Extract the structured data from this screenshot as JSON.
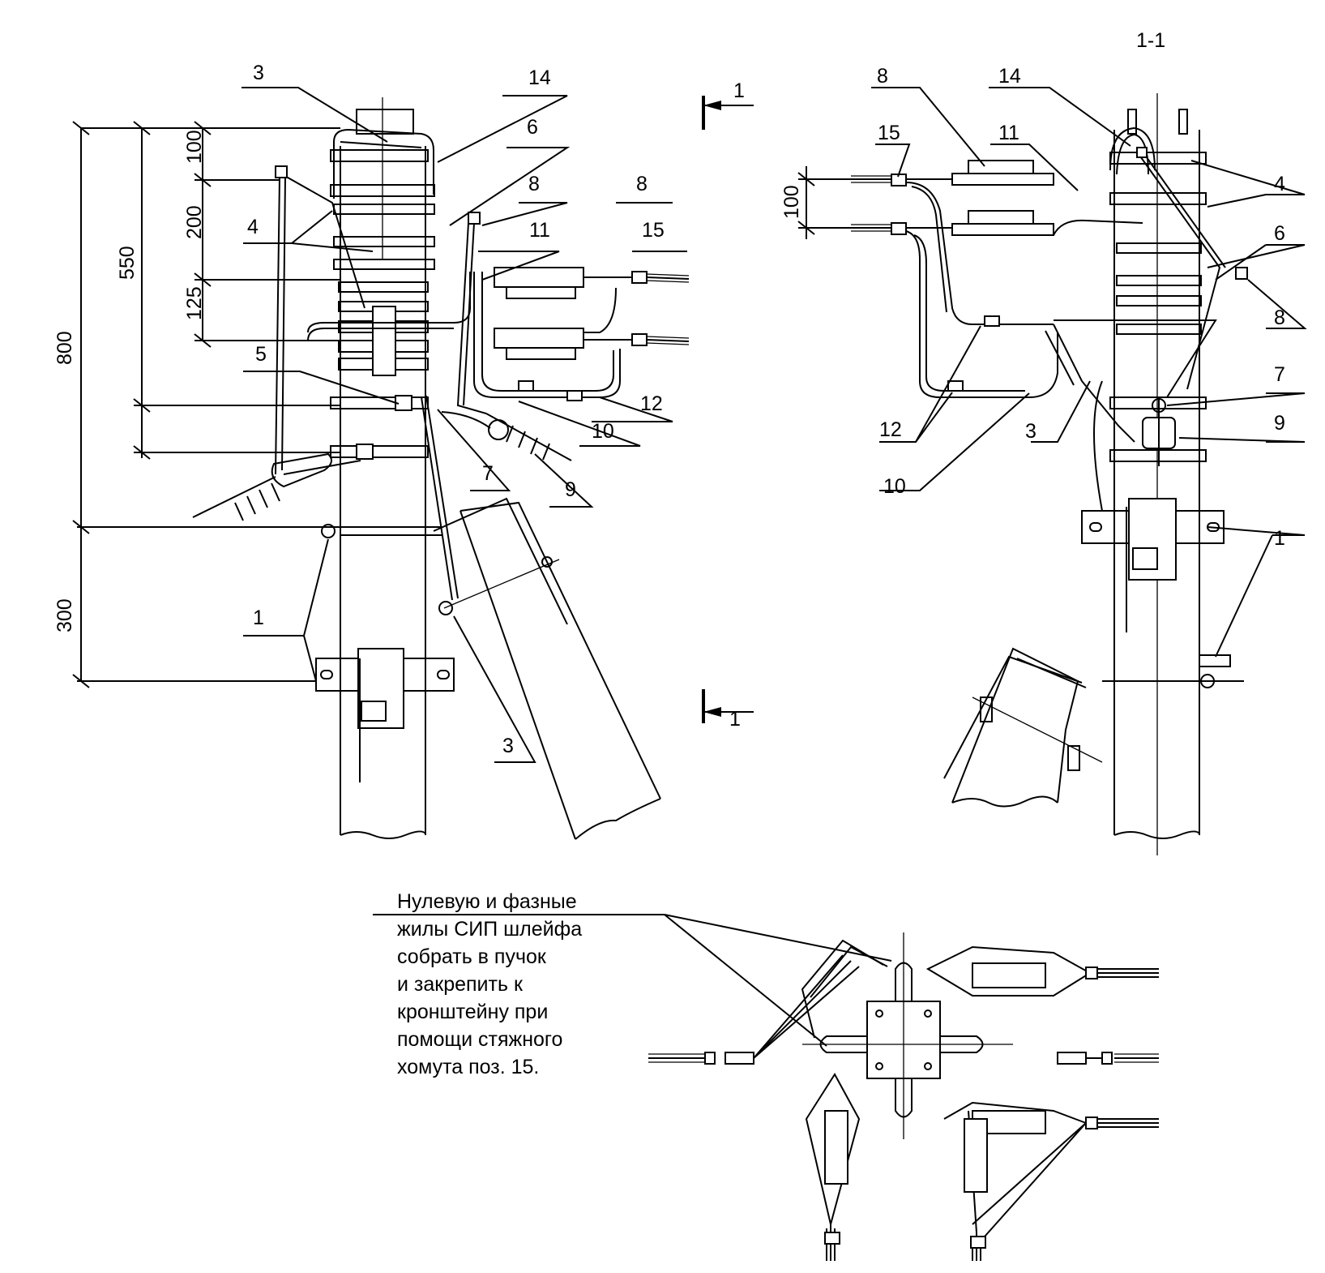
{
  "section_title": "1-1",
  "section_marks": {
    "top": "1",
    "bottom": "1"
  },
  "left_view": {
    "callouts": [
      "3",
      "14",
      "6",
      "8",
      "8",
      "11",
      "15",
      "4",
      "5",
      "12",
      "10",
      "7",
      "9",
      "1",
      "3"
    ],
    "dimensions": [
      "100",
      "200",
      "125",
      "550",
      "800",
      "300"
    ]
  },
  "right_view": {
    "callouts": [
      "8",
      "14",
      "15",
      "11",
      "4",
      "6",
      "8",
      "7",
      "9",
      "12",
      "3",
      "10",
      "1"
    ],
    "dimensions": [
      "100"
    ]
  },
  "note": {
    "lines": [
      "Нулевую и фазные",
      "жилы СИП шлейфа",
      "собрать в пучок",
      "и закрепить к",
      "кронштейну при",
      "помощи стяжного",
      "хомута поз. 15."
    ]
  }
}
